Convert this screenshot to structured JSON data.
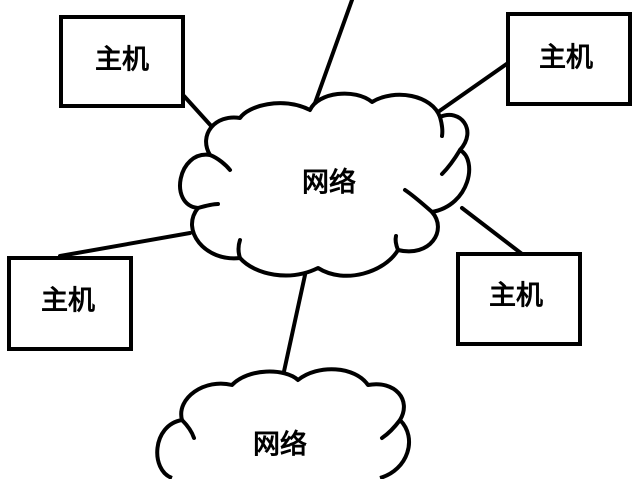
{
  "diagram": {
    "stroke_color": "#000000",
    "background_color": "#ffffff",
    "clouds": [
      {
        "label": "网络"
      },
      {
        "label": "网络"
      }
    ],
    "hosts": [
      {
        "label": "主机"
      },
      {
        "label": "主机"
      },
      {
        "label": "主机"
      },
      {
        "label": "主机"
      }
    ]
  }
}
